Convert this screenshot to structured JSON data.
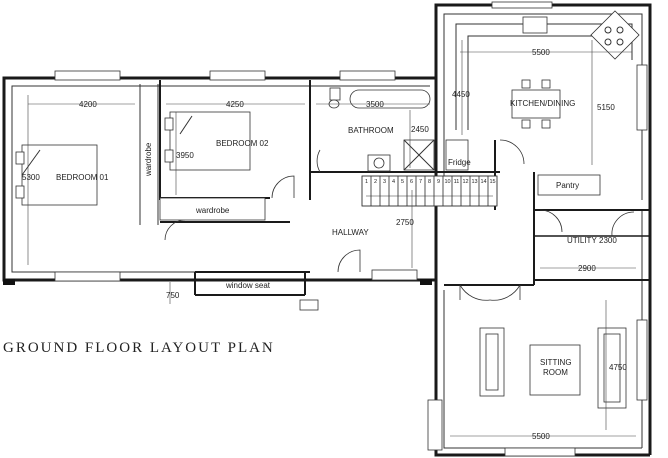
{
  "title": "GROUND FLOOR LAYOUT PLAN",
  "rooms": {
    "bedroom1": "BEDROOM 01",
    "bedroom2": "BEDROOM 02",
    "bathroom": "BATHROOM",
    "kitchen": "KITCHEN/DINING",
    "hallway": "HALLWAY",
    "utility": "UTILITY",
    "sitting_line1": "SITTING",
    "sitting_line2": "ROOM",
    "pantry": "Pantry",
    "fridge": "Fridge",
    "wardrobe_v": "wardrobe",
    "wardrobe_h": "wardrobe",
    "window_seat": "window seat"
  },
  "dims": {
    "b1_w": "4200",
    "b1_h": "5300",
    "b2_w": "4250",
    "b2_h": "3950",
    "bath_w": "3500",
    "bath_h": "2450",
    "kit_w": "5500",
    "kit_h1": "4450",
    "kit_h2": "5150",
    "hall_h": "2750",
    "util_w": "2300",
    "util_w2": "2900",
    "sit_h": "4750",
    "sit_w": "5500",
    "step_out": "750"
  },
  "stairs": [
    "1",
    "2",
    "3",
    "4",
    "5",
    "6",
    "7",
    "8",
    "9",
    "10",
    "11",
    "12",
    "13",
    "14",
    "15"
  ]
}
